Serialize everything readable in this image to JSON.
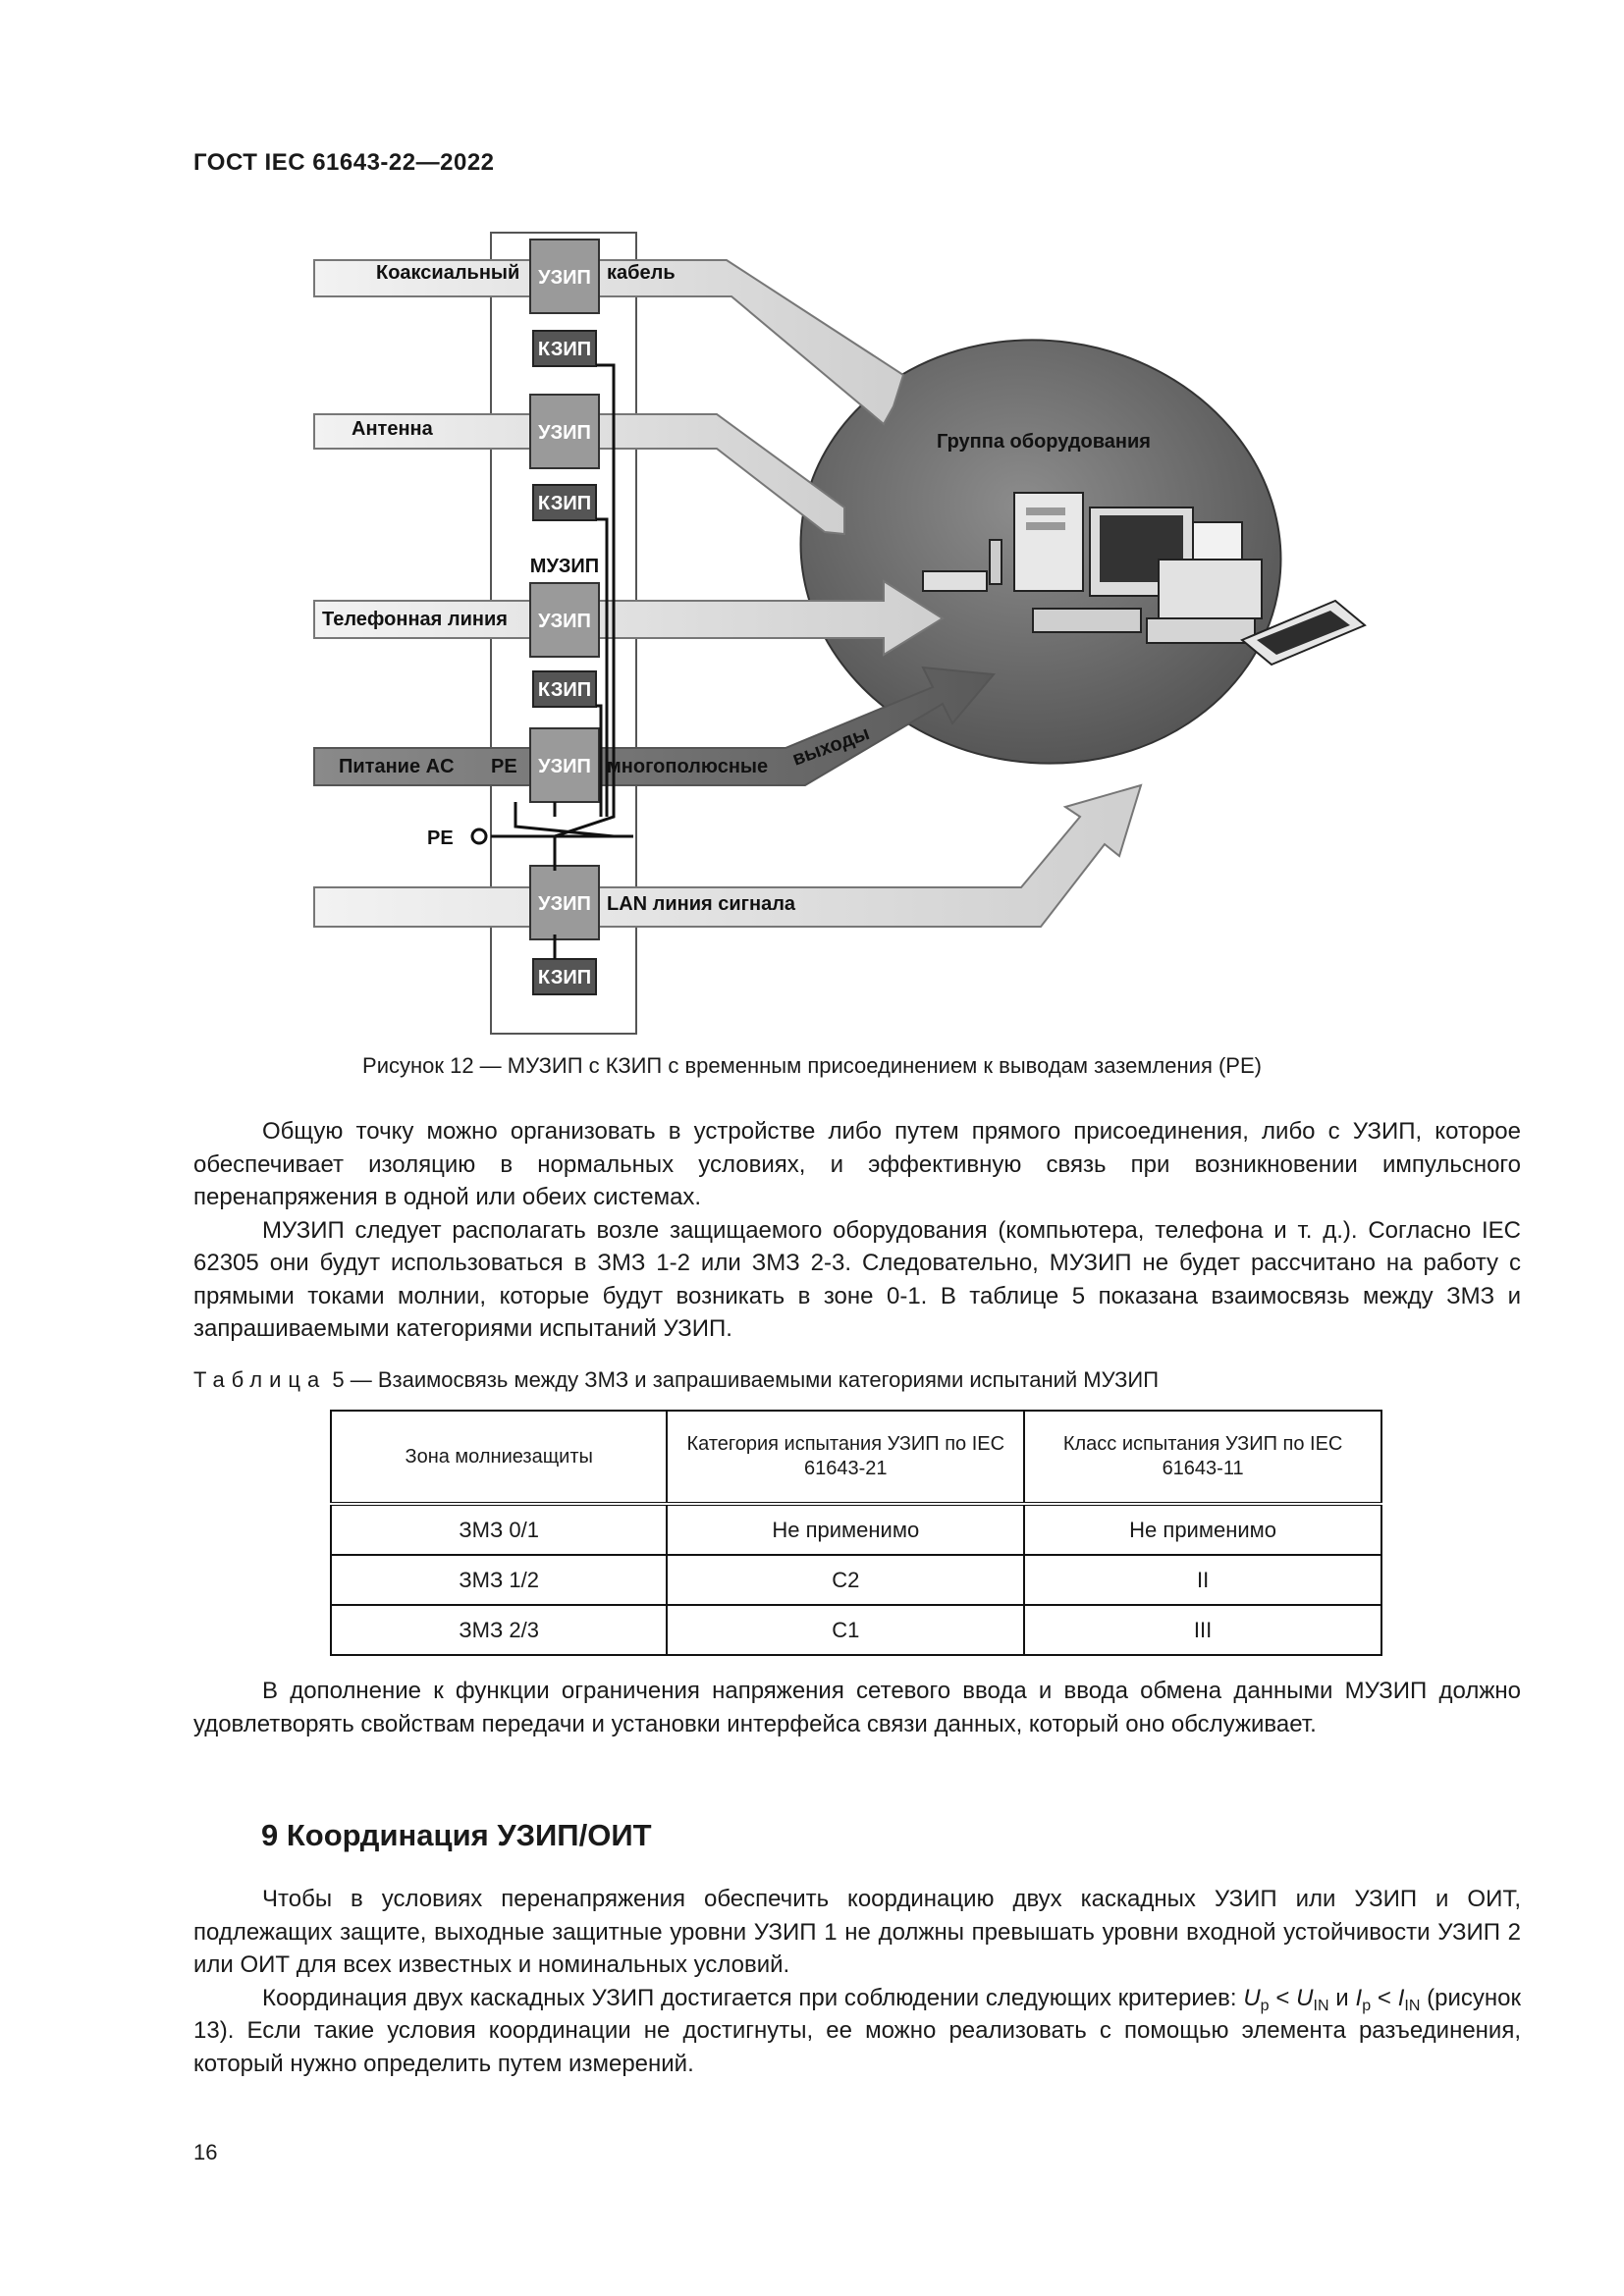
{
  "header": "ГОСТ IEC 61643-22—2022",
  "figure": {
    "labels": {
      "coax_left": "Коаксиальный",
      "coax_right": "кабель",
      "antenna": "Антенна",
      "phone": "Телефонная линия",
      "power": "Питание AC",
      "pe_inline": "PE",
      "multi_out": "многополюсные",
      "outputs": "выходы",
      "pe_terminal": "PE",
      "lan": "LAN линия сигнала",
      "muzip": "МУЗИП",
      "uzip": "УЗИП",
      "kzip": "КЗИП",
      "equipment": "Группа оборудования"
    }
  },
  "caption": "Рисунок 12 — МУЗИП с КЗИП с временным присоединением к выводам заземления (PE)",
  "paragraphs": {
    "p1": "Общую точку можно организовать в устройстве либо путем прямого присоединения, либо с УЗИП, которое обеспечивает изоляцию в нормальных условиях, и эффективную связь при возникновении импульсного перенапряжения в одной или обеих системах.",
    "p2": "МУЗИП следует располагать возле защищаемого оборудования (компьютера, телефона и т. д.). Согласно IEC 62305 они будут использоваться в ЗМЗ 1-2 или ЗМЗ 2-3. Следовательно, МУЗИП не будет рассчитано на работу с прямыми токами молнии, которые будут возникать в зоне 0-1. В таблице 5 показана взаимосвязь между ЗМЗ и запрашиваемыми категориями испытаний УЗИП.",
    "p3": "В дополнение к функции ограничения напряжения сетевого ввода и ввода обмена данными МУЗИП должно удовлетворять свойствам передачи и установки интерфейса связи данных, который оно обслуживает.",
    "p4": "Чтобы в условиях перенапряжения обеспечить координацию двух каскадных УЗИП или УЗИП и ОИТ, подлежащих защите, выходные защитные уровни УЗИП 1 не должны превышать уровни входной устойчивости УЗИП 2 или ОИТ для всех известных и номинальных условий.",
    "p5_start": "Координация двух каскадных УЗИП достигается при соблюдении следующих критериев: ",
    "p5_U": "U",
    "p5_sub_p": "p",
    "p5_lt": " < ",
    "p5_sub_IN": "IN",
    "p5_and": " и ",
    "p5_I": "I",
    "p5_end": " (рисунок 13). Если такие условия координации не достигнуты, ее можно реализовать с помощью элемента разъединения, который нужно определить путем измерений."
  },
  "table": {
    "title_word": "Таблица",
    "title_rest": " 5 — Взаимосвязь между ЗМЗ и запрашиваемыми категориями испытаний МУЗИП",
    "headers": [
      "Зона молниезащиты",
      "Категория испытания УЗИП по IEC 61643-21",
      "Класс испытания УЗИП по IEC 61643-11"
    ],
    "rows": [
      [
        "ЗМЗ 0/1",
        "Не применимо",
        "Не применимо"
      ],
      [
        "ЗМЗ 1/2",
        "C2",
        "II"
      ],
      [
        "ЗМЗ 2/3",
        "C1",
        "III"
      ]
    ]
  },
  "section": {
    "heading": "9 Координация УЗИП/ОИТ"
  },
  "page_number": "16"
}
